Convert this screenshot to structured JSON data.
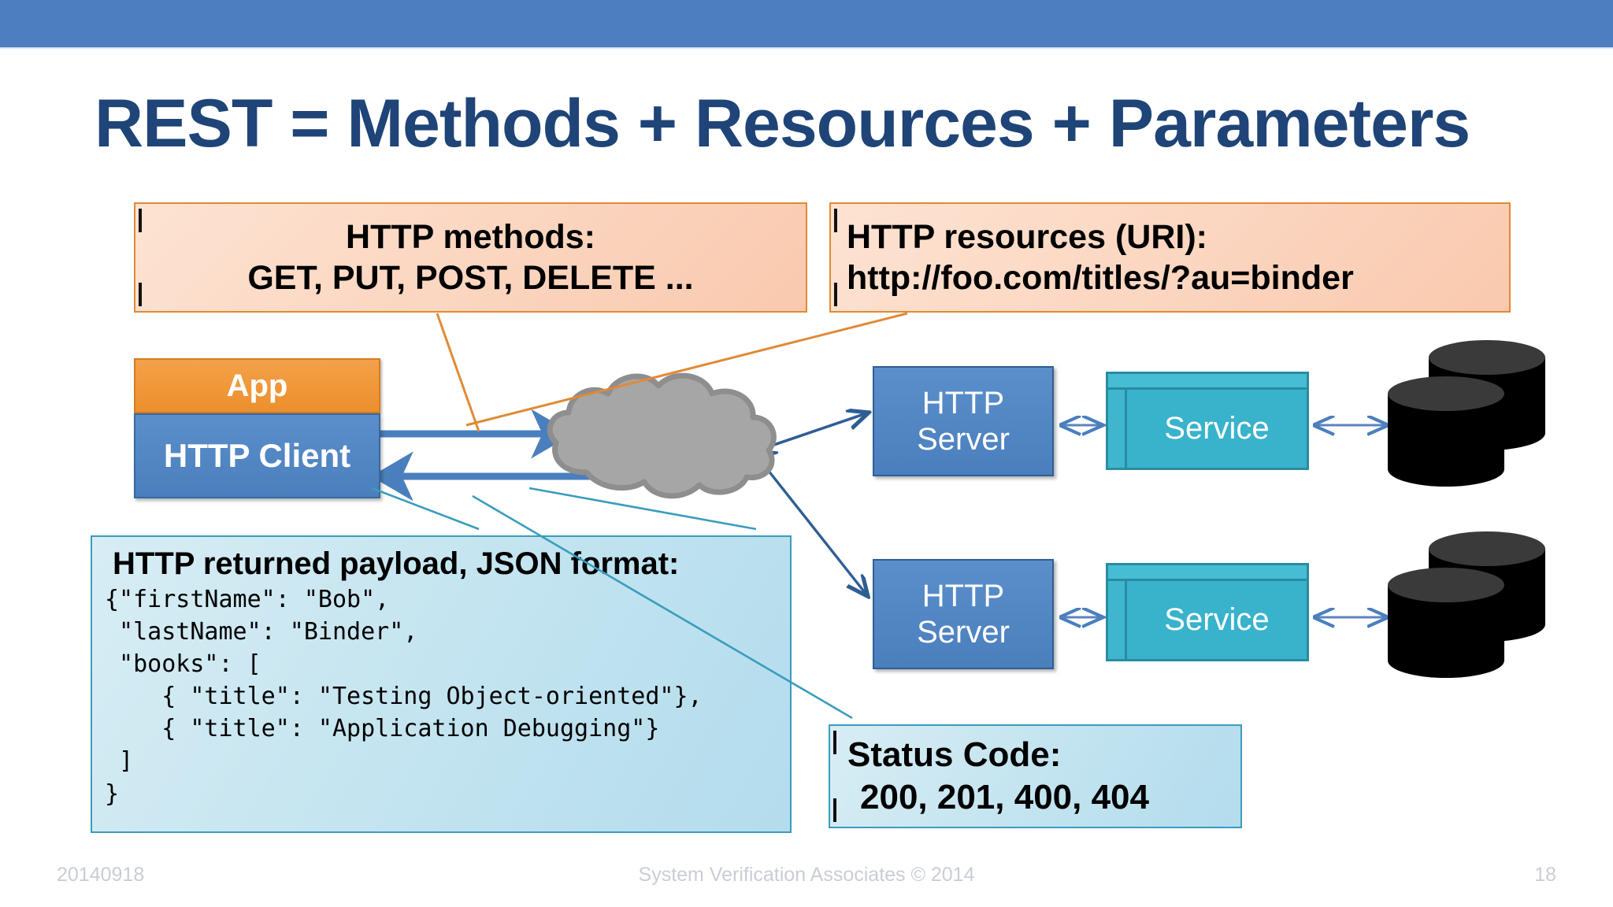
{
  "slide": {
    "title": "REST = Methods + Resources + Parameters",
    "accent_blue": "#1f4477",
    "band_color": "#4d7ebf",
    "orange_border": "#e08a36",
    "cyan_border": "#3a9cbe"
  },
  "callouts": {
    "methods": {
      "line1": "HTTP methods:",
      "line2": "GET, PUT, POST, DELETE ..."
    },
    "resources": {
      "line1": "HTTP resources (URI):",
      "line2": "http://foo.com/titles/?au=binder"
    },
    "payload": {
      "heading": "HTTP returned payload, JSON format:",
      "body": "{\"firstName\": \"Bob\",\n \"lastName\": \"Binder\",\n \"books\": [\n    { \"title\": \"Testing Object-oriented\"},\n    { \"title\": \"Application Debugging\"}\n ]\n}"
    },
    "status": {
      "line1": "Status Code:",
      "line2": "200, 201, 400, 404"
    }
  },
  "nodes": {
    "app": "App",
    "http_client": "HTTP Client",
    "servers": [
      {
        "line1": "HTTP",
        "line2": "Server"
      },
      {
        "line1": "HTTP",
        "line2": "Server"
      }
    ],
    "services": [
      "Service",
      "Service"
    ]
  },
  "icons": {
    "cloud": "cloud-icon",
    "database": "database-cylinder-icon"
  },
  "footer": {
    "date": "20140918",
    "center": "System Verification Associates   © 2014",
    "page": "18"
  }
}
